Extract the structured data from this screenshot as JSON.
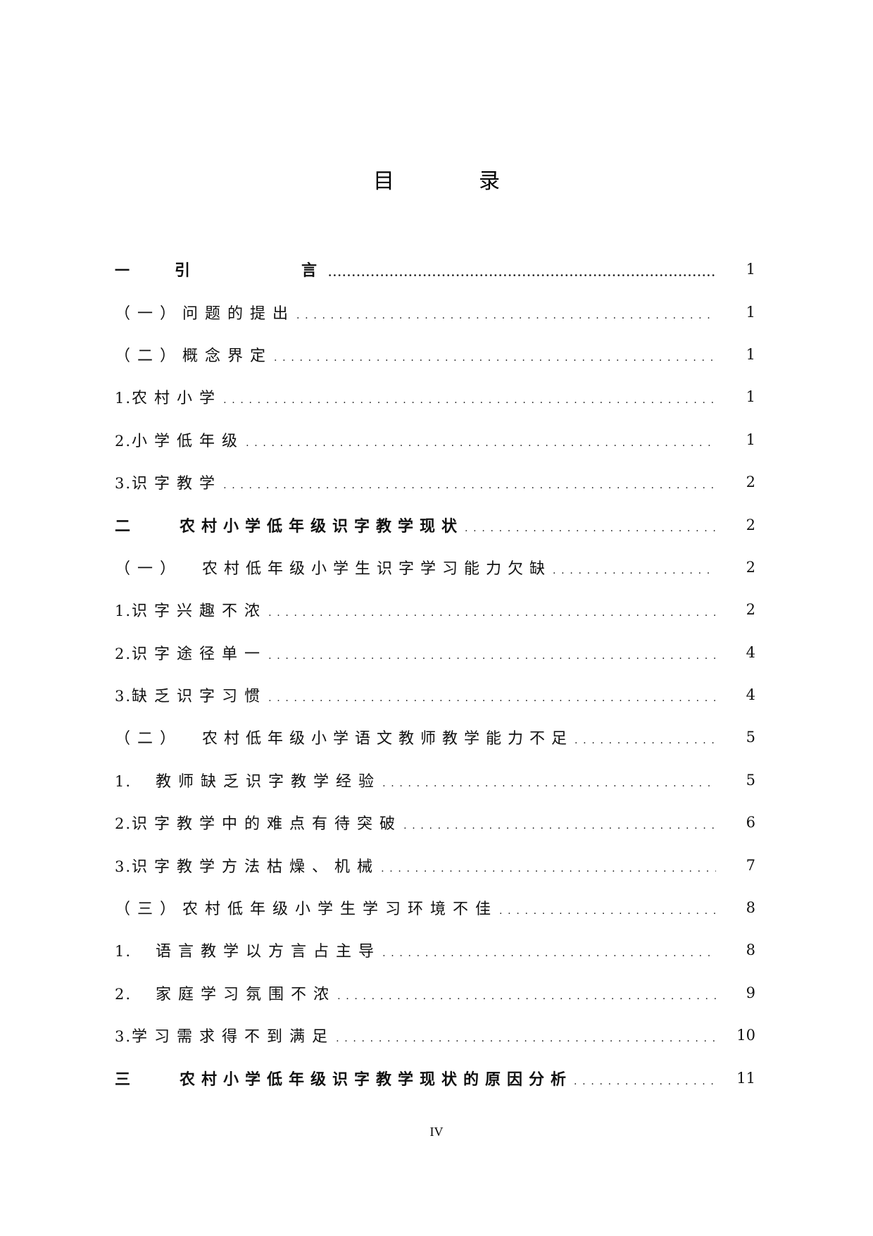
{
  "title": {
    "char1": "目",
    "char2": "录"
  },
  "toc": [
    {
      "num": "一",
      "text": "引　　　　言",
      "page": "1",
      "level": 1
    },
    {
      "num": "（一）",
      "text": "问题的提出",
      "page": "1",
      "level": 2
    },
    {
      "num": "（二）",
      "text": "概念界定",
      "page": "1",
      "level": 2
    },
    {
      "num": "1.",
      "text": "农村小学",
      "page": "1",
      "level": 3
    },
    {
      "num": "2.",
      "text": "小学低年级",
      "page": "1",
      "level": 3
    },
    {
      "num": "3.",
      "text": "识字教学",
      "page": "2",
      "level": 3
    },
    {
      "num": "二",
      "text": "农村小学低年级识字教学现状",
      "page": "2",
      "level": 1
    },
    {
      "num": "（一）",
      "text": "农村低年级小学生识字学习能力欠缺",
      "page": "2",
      "level": 2
    },
    {
      "num": "1.",
      "text": "识字兴趣不浓",
      "page": "2",
      "level": 3
    },
    {
      "num": "2.",
      "text": "识字途径单一",
      "page": "4",
      "level": 3
    },
    {
      "num": "3.",
      "text": "缺乏识字习惯",
      "page": "4",
      "level": 3
    },
    {
      "num": "（二）",
      "text": "农村低年级小学语文教师教学能力不足",
      "page": "5",
      "level": 2
    },
    {
      "num": "1.",
      "text": "教师缺乏识字教学经验",
      "page": "5",
      "level": 3
    },
    {
      "num": "2.",
      "text": "识字教学中的难点有待突破",
      "page": "6",
      "level": 3
    },
    {
      "num": "3.",
      "text": "识字教学方法枯燥、机械",
      "page": "7",
      "level": 3
    },
    {
      "num": "（三）",
      "text": "农村低年级小学生学习环境不佳",
      "page": "8",
      "level": 2
    },
    {
      "num": "1.",
      "text": "语言教学以方言占主导",
      "page": "8",
      "level": 3
    },
    {
      "num": "2.",
      "text": "家庭学习氛围不浓",
      "page": "9",
      "level": 3
    },
    {
      "num": "3.",
      "text": "学习需求得不到满足",
      "page": "10",
      "level": 3
    },
    {
      "num": "三",
      "text": "农村小学低年级识字教学现状的原因分析",
      "page": "11",
      "level": 1
    }
  ],
  "leader": "........................................................................................................................",
  "footer": {
    "page_number": "IV"
  }
}
